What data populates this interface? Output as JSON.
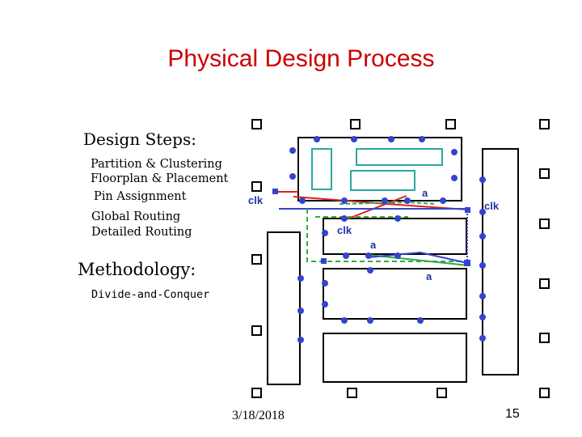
{
  "title": "Physical Design Process",
  "design_steps": {
    "heading": "Design Steps:",
    "items": [
      "Partition & Clustering",
      "Floorplan & Placement",
      "Pin Assignment",
      "Global Routing",
      "Detailed Routing"
    ]
  },
  "methodology": {
    "heading": "Methodology:",
    "item": "Divide-and-Conquer"
  },
  "net_labels": {
    "clk_left": "clk",
    "clk_right": "clk",
    "clk_middle": "clk",
    "a_top": "a",
    "a_middle": "a",
    "a_bottom": "a"
  },
  "colors": {
    "title": "#cc0000",
    "pin": "#3344cc",
    "cell_outline": "#2aa8a0",
    "net_red": "#dd2222",
    "net_green": "#33aa44",
    "net_blue": "#3344cc"
  },
  "footer": {
    "date": "3/18/2018",
    "page": "15"
  }
}
